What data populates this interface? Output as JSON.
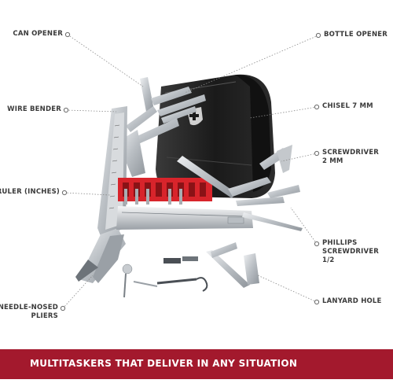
{
  "callouts": {
    "can_opener": "CAN OPENER",
    "wire_bender": "WIRE BENDER",
    "ruler": "RULER (INCHES)",
    "needle_nosed_1": "NEEDLE-NOSED",
    "needle_nosed_2": "PLIERS",
    "bottle_opener": "BOTTLE OPENER",
    "chisel": "CHISEL 7 MM",
    "screwdriver_1": "SCREWDRIVER",
    "screwdriver_2": "2 MM",
    "phillips_1": "PHILLIPS",
    "phillips_2": "SCREWDRIVER",
    "phillips_3": "1/2",
    "lanyard": "LANYARD HOLE"
  },
  "banner": {
    "text": "MULTITASKERS THAT DELIVER IN ANY SITUATION"
  },
  "colors": {
    "banner": "#a3192d",
    "callout_text": "#3a3a3a",
    "leader": "#8a8a8a",
    "steel": "#c8ccd0",
    "pouch": "#1f1f1f",
    "bit_holder": "#d8242b"
  },
  "icons": {
    "brand_shield": "swiss-cross-shield-icon"
  }
}
